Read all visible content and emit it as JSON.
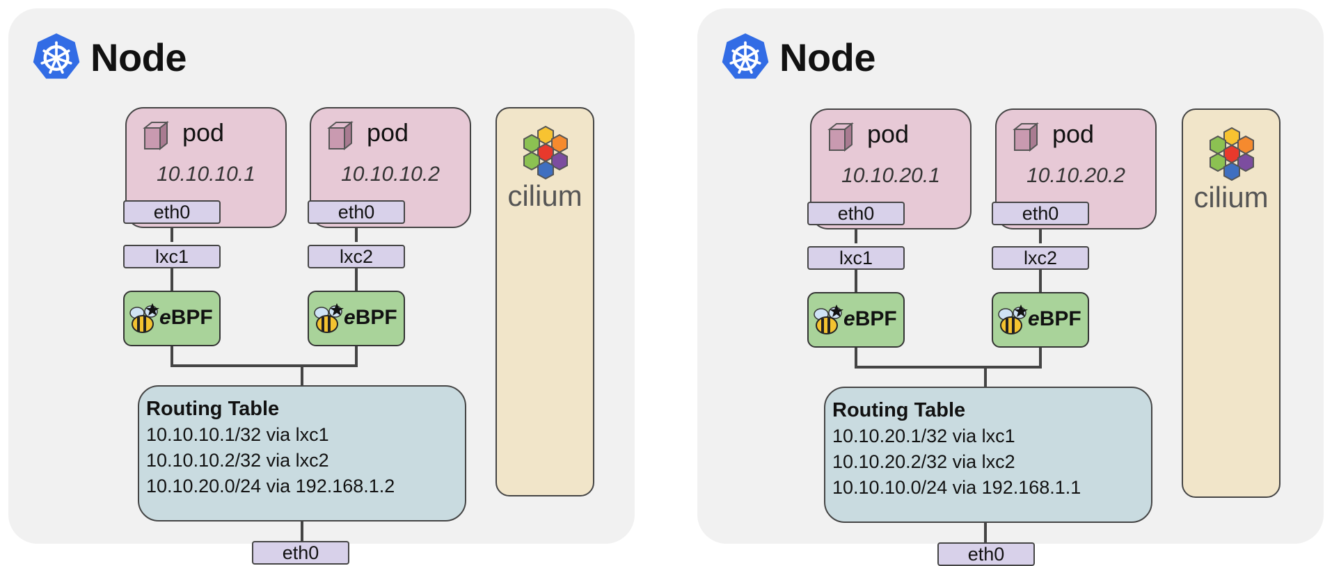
{
  "nodes": [
    {
      "title": "Node",
      "pods": [
        {
          "label": "pod",
          "ip": "10.10.10.1",
          "eth": "eth0",
          "lxc": "lxc1"
        },
        {
          "label": "pod",
          "ip": "10.10.10.2",
          "eth": "eth0",
          "lxc": "lxc2"
        }
      ],
      "ebpf_label": "BPF",
      "ebpf_prefix": "e",
      "routing": {
        "title": "Routing Table",
        "rows": [
          "10.10.10.1/32 via lxc1",
          "10.10.10.2/32 via lxc2",
          "10.10.20.0/24 via 192.168.1.2"
        ]
      },
      "node_eth": "eth0",
      "cilium": "cilium"
    },
    {
      "title": "Node",
      "pods": [
        {
          "label": "pod",
          "ip": "10.10.20.1",
          "eth": "eth0",
          "lxc": "lxc1"
        },
        {
          "label": "pod",
          "ip": "10.10.20.2",
          "eth": "eth0",
          "lxc": "lxc2"
        }
      ],
      "ebpf_label": "BPF",
      "ebpf_prefix": "e",
      "routing": {
        "title": "Routing Table",
        "rows": [
          "10.10.20.1/32 via lxc1",
          "10.10.20.2/32 via lxc2",
          "10.10.10.0/24 via 192.168.1.1"
        ]
      },
      "node_eth": "eth0",
      "cilium": "cilium"
    }
  ],
  "colors": {
    "node_bg": "#f1f1f1",
    "pod_bg": "#e7c9d6",
    "iface_bg": "#d8d1ea",
    "ebpf_bg": "#a9d39a",
    "routing_bg": "#c9dbe0",
    "cilium_bg": "#f1e5c9",
    "k8s_blue": "#326ce5"
  },
  "icons": [
    "kubernetes-icon",
    "pod-cube-icon",
    "ebpf-bee-icon",
    "cilium-hexagon-icon"
  ]
}
